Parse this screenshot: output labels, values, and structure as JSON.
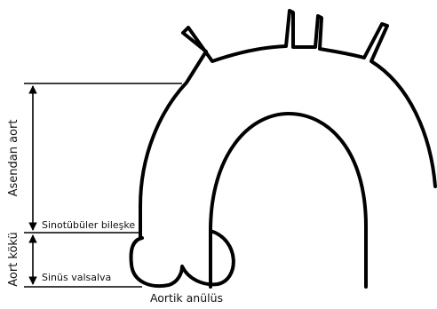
{
  "labels": {
    "ascending_aorta": "Asendan aort",
    "aortic_root": "Aort kökü",
    "sinotubular_junction": "Sinotübüler bileşke",
    "sinus_valsalva": "Sinüs valsalva",
    "aortic_annulus": "Aortik anülüs"
  },
  "colors": {
    "line": "#000000",
    "text": "#111111",
    "background": "#ffffff"
  }
}
